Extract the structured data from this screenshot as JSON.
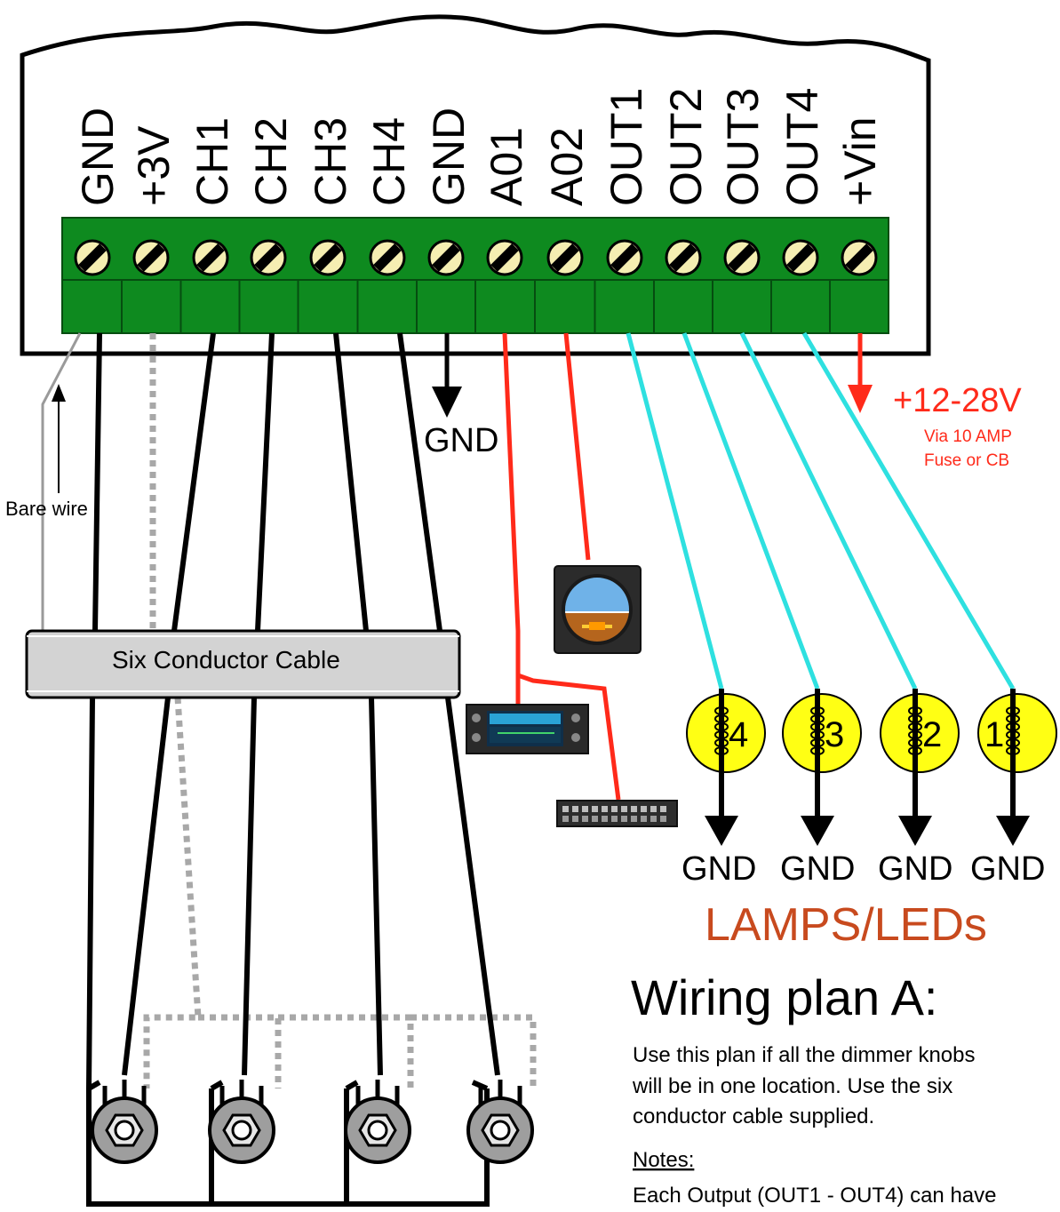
{
  "terminals": [
    "GND",
    "+3V",
    "CH1",
    "CH2",
    "CH3",
    "CH4",
    "GND",
    "A01",
    "A02",
    "OUT1",
    "OUT2",
    "OUT3",
    "OUT4",
    "+Vin"
  ],
  "gnd_label": "GND",
  "lamp_gnd_labels": [
    "GND",
    "GND",
    "GND",
    "GND"
  ],
  "lamp_numbers": [
    "4",
    "3",
    "2",
    "1"
  ],
  "power": {
    "voltage": "+12-28V",
    "fuse_line1": "Via 10 AMP",
    "fuse_line2": "Fuse or CB"
  },
  "bare_wire_label": "Bare wire",
  "cable_label": "Six Conductor Cable",
  "lamps_label": "LAMPS/LEDs",
  "title": "Wiring plan A:",
  "description_lines": [
    "Use this plan if all the dimmer knobs",
    "will be in one location.  Use the six",
    "conductor cable supplied."
  ],
  "notes_label": "Notes:",
  "notes_line": "Each Output (OUT1 - OUT4) can have",
  "colors": {
    "terminal_block": "#0e8a1f",
    "red_wire": "#ff2a1a",
    "cyan_wire": "#2ee0e0",
    "lamp": "#ffff14",
    "lamps_text": "#c84a1e"
  }
}
